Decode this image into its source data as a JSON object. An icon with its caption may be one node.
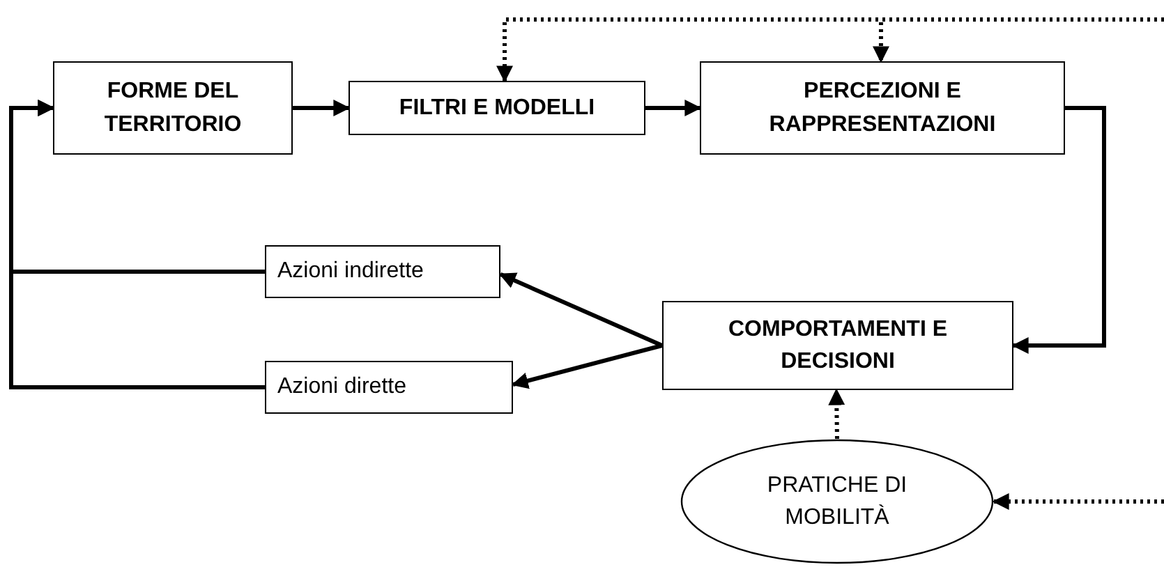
{
  "diagram": {
    "nodes": [
      {
        "text": [
          "FORME DEL TERRITORIO"
        ]
      },
      {
        "text": [
          "FILTRI E MODELLI"
        ]
      },
      {
        "text": [
          "PERCEZIONI E RAPPRESENTAZIONI"
        ]
      },
      {
        "text": [
          "Azioni indirette"
        ]
      },
      {
        "text": [
          "COMPORTAMENTI E DECISIONI"
        ]
      },
      {
        "text": [
          "Azioni dirette"
        ]
      },
      {
        "text": [
          "PRATICHE DI MOBILITÀ"
        ]
      }
    ],
    "edges": [
      {
        "from": 0,
        "to": 1,
        "arrow": "to"
      },
      {
        "from": 1,
        "to": 2,
        "arrow": "to"
      },
      {
        "from": 2,
        "to": 4,
        "arrow": "to"
      },
      {
        "from": 4,
        "to": 3,
        "arrow": "to"
      },
      {
        "from": 4,
        "to": 5,
        "arrow": "to"
      },
      {
        "from": 3,
        "to": 0,
        "arrow": "to"
      },
      {
        "from": 5,
        "to": 0,
        "arrow": "to"
      },
      {
        "from": null,
        "to": 1,
        "arrow": "to",
        "style": "dashed"
      },
      {
        "from": null,
        "to": 2,
        "arrow": "to",
        "style": "dashed"
      },
      {
        "from": 6,
        "to": 4,
        "arrow": "to",
        "style": "dashed"
      },
      {
        "from": null,
        "to": 6,
        "arrow": "to",
        "style": "dashed"
      }
    ]
  }
}
